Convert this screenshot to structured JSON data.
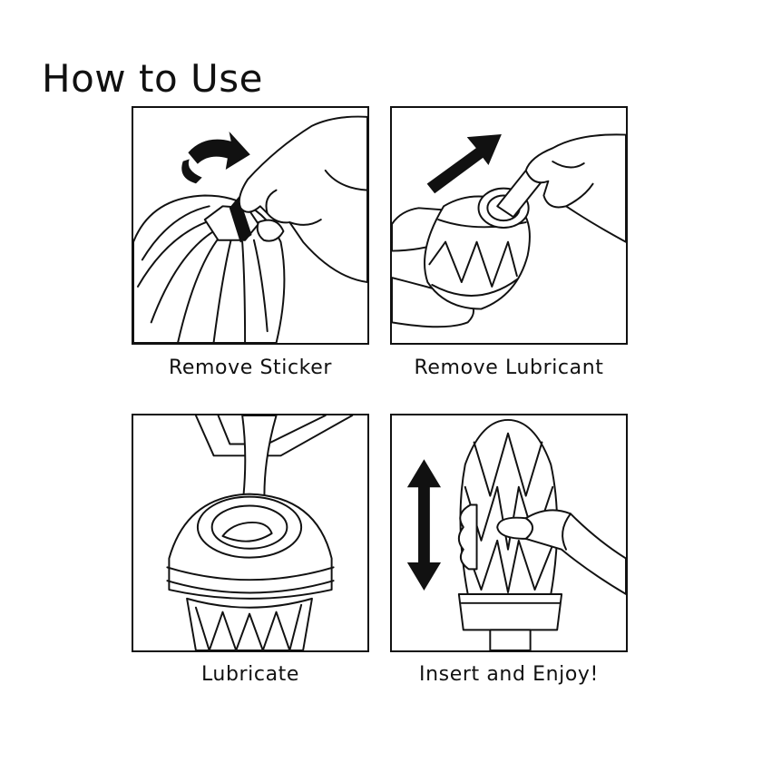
{
  "header": {
    "title": "How to Use"
  },
  "steps": [
    {
      "caption": "Remove Sticker",
      "icon": "remove-sticker-illustration"
    },
    {
      "caption": "Remove Lubricant",
      "icon": "remove-lubricant-illustration"
    },
    {
      "caption": "Lubricate",
      "icon": "lubricate-illustration"
    },
    {
      "caption": "Insert and Enjoy!",
      "icon": "insert-illustration"
    }
  ],
  "colors": {
    "ink": "#111111",
    "background": "#ffffff"
  }
}
